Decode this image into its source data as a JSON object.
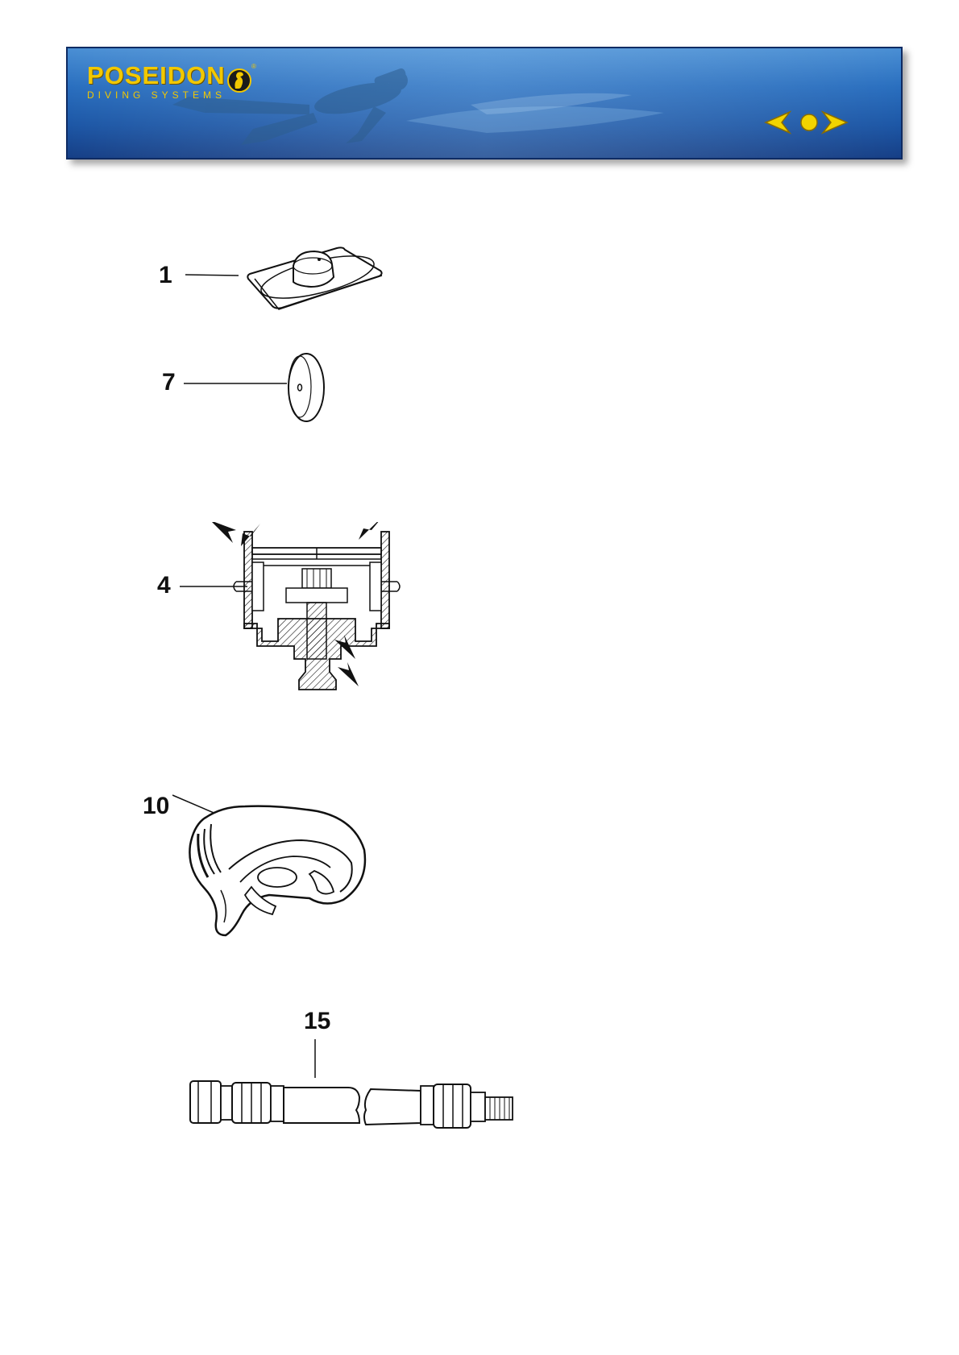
{
  "header": {
    "brand_name": "POSEIDON",
    "brand_sub": "DIVING SYSTEMS",
    "registered": "®",
    "accent_color": "#f2c800",
    "banner_color": "#1d57a6",
    "nav": {
      "prev_icon": "arrow-left-icon",
      "home_icon": "circle-home-icon",
      "next_icon": "arrow-right-icon"
    }
  },
  "parts": [
    {
      "label": "1",
      "icon": "diaphragm-plate"
    },
    {
      "label": "7",
      "icon": "valve-disc"
    },
    {
      "label": "4",
      "icon": "valve-housing-section"
    },
    {
      "label": "10",
      "icon": "mouthpiece"
    },
    {
      "label": "15",
      "icon": "hose"
    }
  ]
}
